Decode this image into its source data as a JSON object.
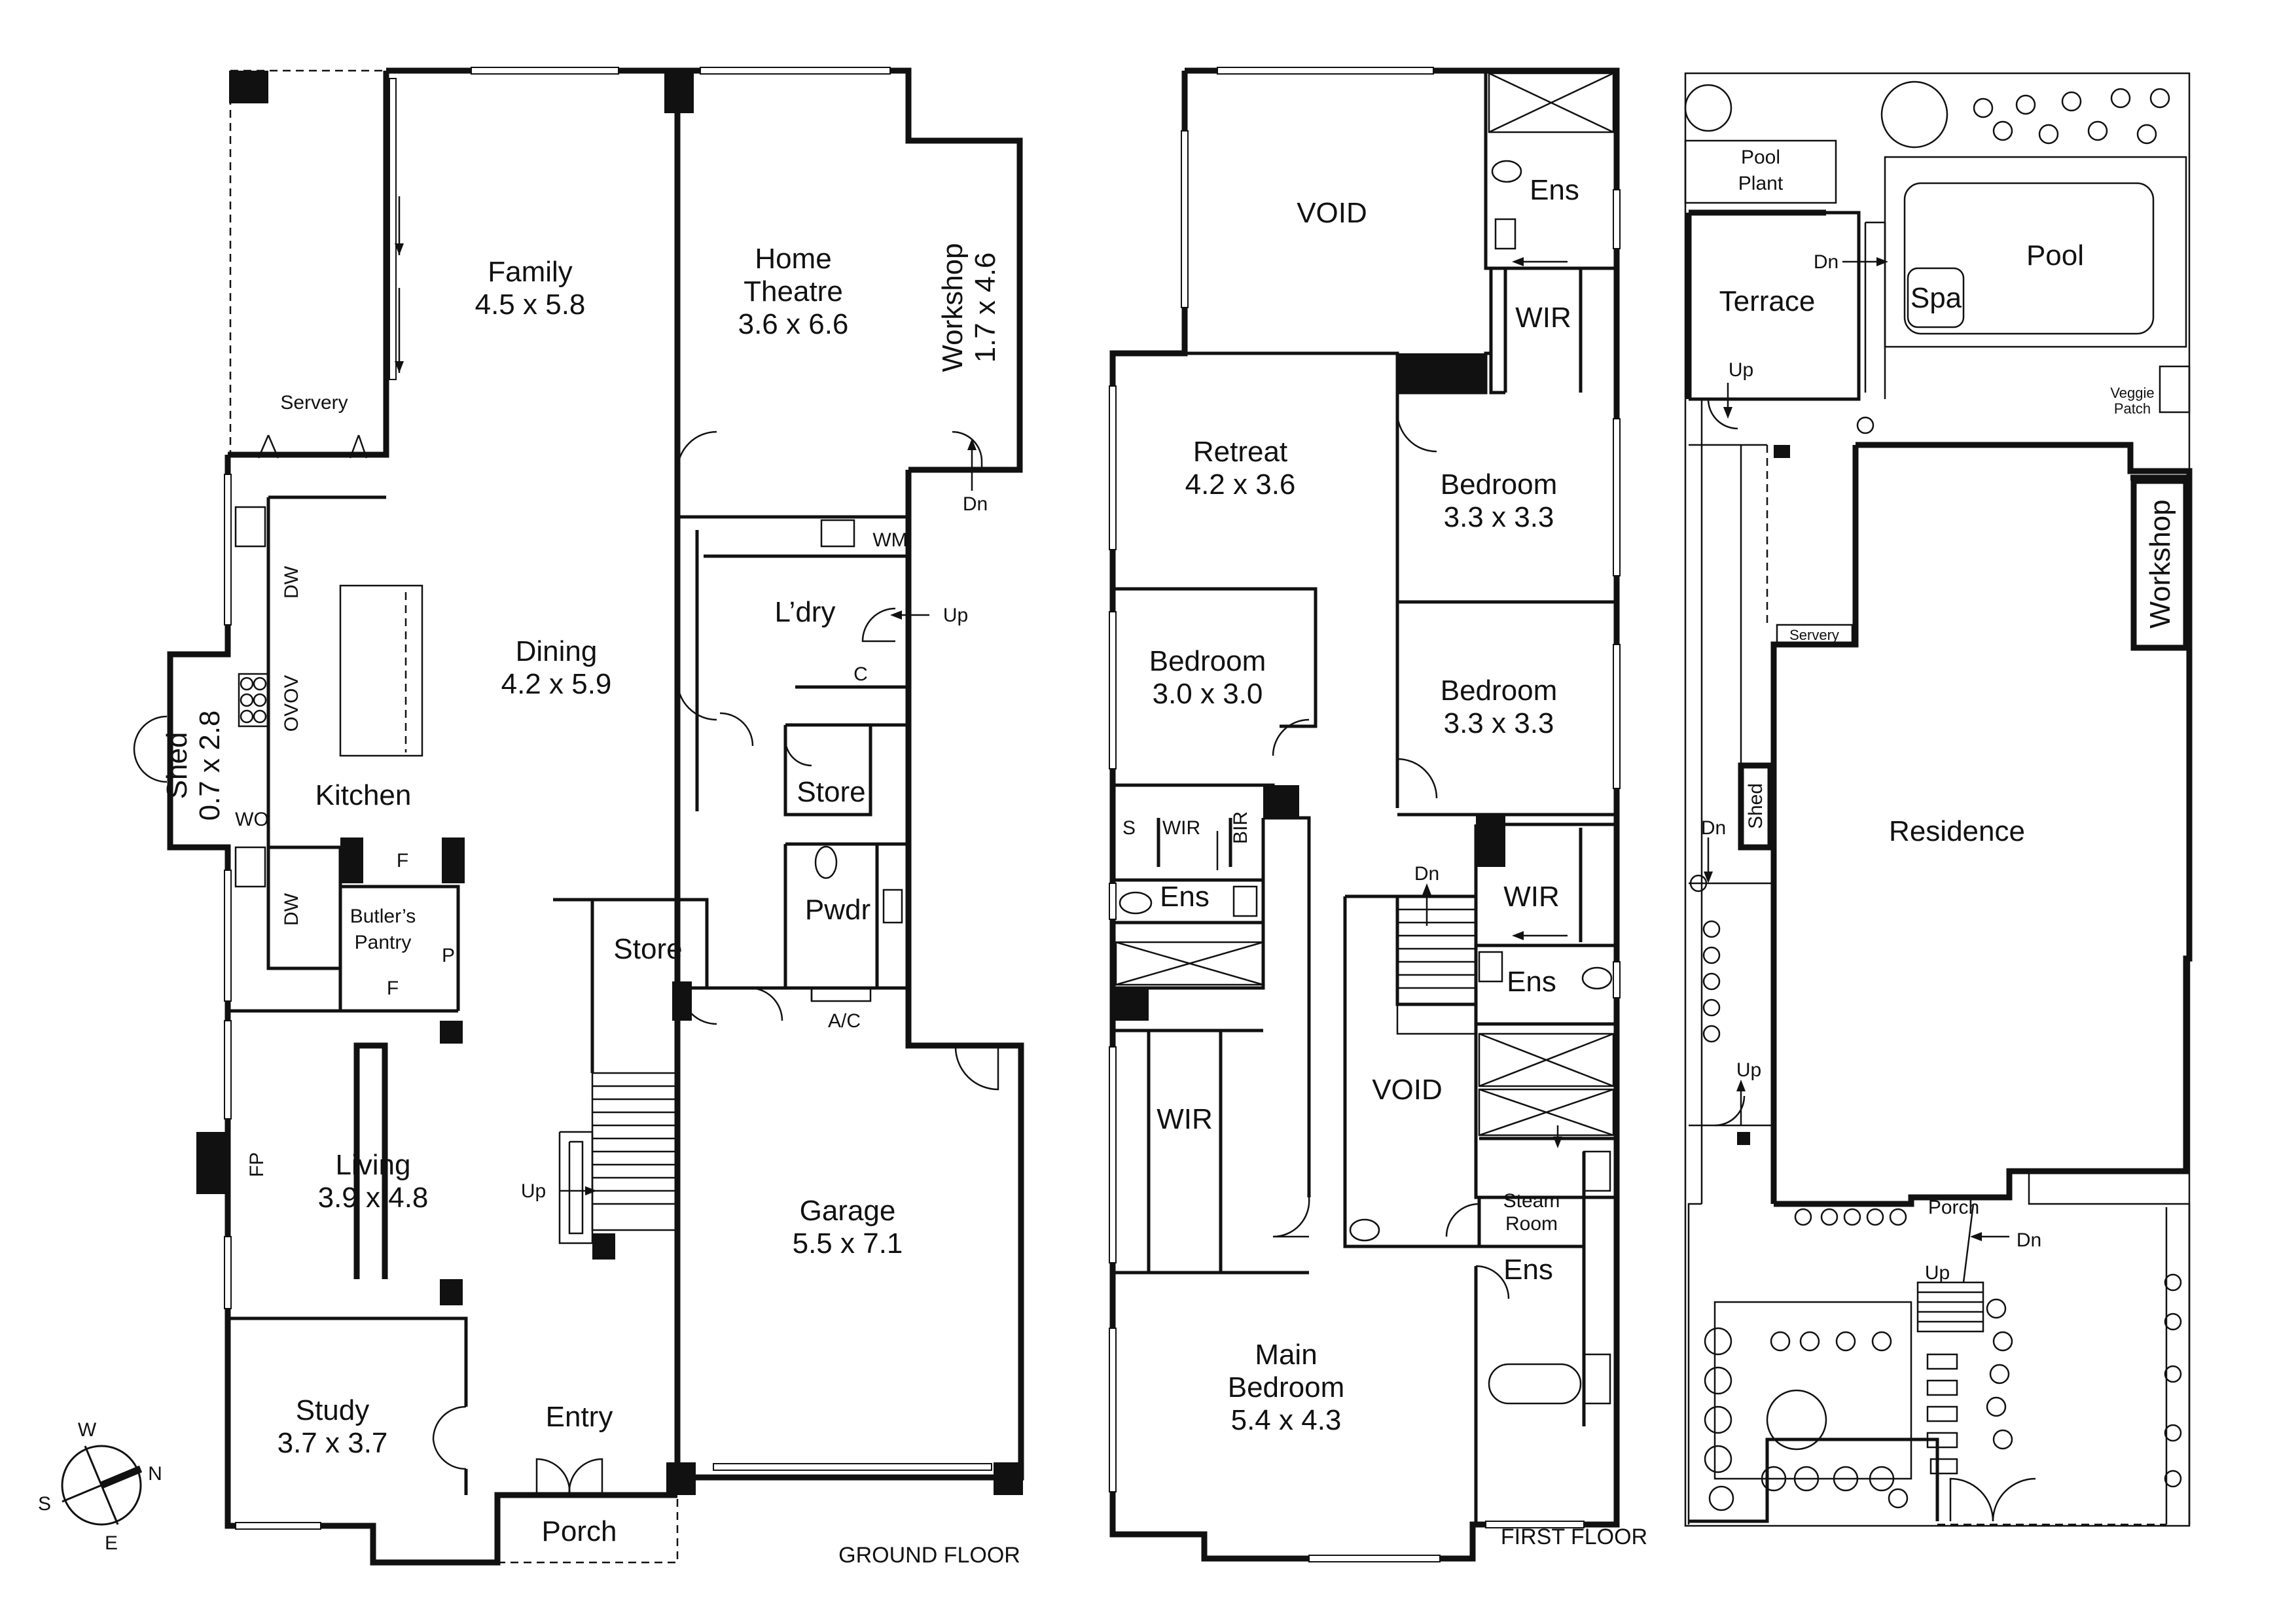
{
  "floors": {
    "ground": "GROUND FLOOR",
    "first": "FIRST FLOOR"
  },
  "ground_rooms": {
    "family": {
      "name": "Family",
      "size": "4.5 x 5.8"
    },
    "home_theatre_1": "Home",
    "home_theatre_2": "Theatre",
    "home_theatre_size": "3.6 x 6.6",
    "workshop": "Workshop",
    "workshop_size": "1.7 x 4.6",
    "servery": "Servery",
    "dining": {
      "name": "Dining",
      "size": "4.2 x 5.9"
    },
    "kitchen": "Kitchen",
    "dw": "DW",
    "ovov": "OVOV",
    "wo": "WO",
    "dw2": "DW",
    "f_top": "F",
    "f_bottom": "F",
    "p": "P",
    "butlers_1": "Butler’s",
    "butlers_2": "Pantry",
    "shed": "Shed",
    "shed_size": "0.7 x 2.8",
    "wm": "WM",
    "laundry": "L’dry",
    "c": "C",
    "store1": "Store",
    "store2": "Store",
    "pwdr": "Pwdr",
    "ac": "A/C",
    "living": {
      "name": "Living",
      "size": "3.9 x 4.8"
    },
    "fp": "FP",
    "garage": {
      "name": "Garage",
      "size": "5.5 x 7.1"
    },
    "study": {
      "name": "Study",
      "size": "3.7 x 3.7"
    },
    "entry": "Entry",
    "porch": "Porch",
    "up1": "Up",
    "up2": "Up",
    "dn1": "Dn"
  },
  "first_rooms": {
    "void1": "VOID",
    "ens1": "Ens",
    "wir1": "WIR",
    "retreat": {
      "name": "Retreat",
      "size": "4.2 x 3.6"
    },
    "bed1": {
      "name": "Bedroom",
      "size": "3.3 x 3.3"
    },
    "bed2": {
      "name": "Bedroom",
      "size": "3.0 x 3.0"
    },
    "bed3": {
      "name": "Bedroom",
      "size": "3.3 x 3.3"
    },
    "s": "S",
    "wir2": "WIR",
    "bir": "BIR",
    "ens2": "Ens",
    "dn": "Dn",
    "wir3": "WIR",
    "ens3": "Ens",
    "wir4": "WIR",
    "void2": "VOID",
    "steam_1": "Steam",
    "steam_2": "Room",
    "ens4": "Ens",
    "main_bed_1": "Main",
    "main_bed_2": "Bedroom",
    "main_bed_size": "5.4 x 4.3"
  },
  "site": {
    "pool_plant_1": "Pool",
    "pool_plant_2": "Plant",
    "pool": "Pool",
    "spa": "Spa",
    "terrace": "Terrace",
    "dn1": "Dn",
    "up1": "Up",
    "veggie_1": "Veggie",
    "veggie_2": "Patch",
    "servery": "Servery",
    "workshop": "Workshop",
    "shed": "Shed",
    "dn2": "Dn",
    "residence": "Residence",
    "up2": "Up",
    "porch": "Porch",
    "dn3": "Dn",
    "up3": "Up"
  },
  "compass": {
    "w": "W",
    "n": "N",
    "s": "S",
    "e": "E"
  }
}
